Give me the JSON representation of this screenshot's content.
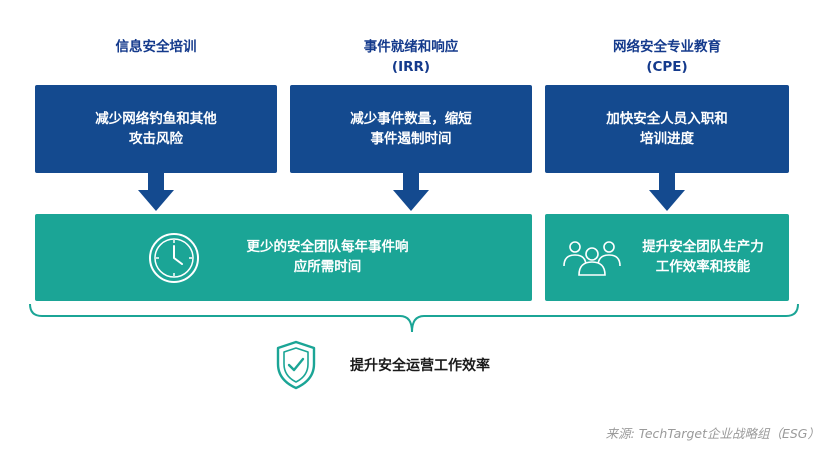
{
  "columns": [
    {
      "title_lines": [
        "信息安全培训"
      ],
      "box_lines": [
        "减少网络钓鱼和其他",
        "攻击风险"
      ]
    },
    {
      "title_lines": [
        "事件就绪和响应",
        "(IRR)"
      ],
      "box_lines": [
        "减少事件数量，缩短",
        "事件遏制时间"
      ]
    },
    {
      "title_lines": [
        "网络安全专业教育",
        "(CPE)"
      ],
      "box_lines": [
        "加快安全人员入职和",
        "培训进度"
      ]
    }
  ],
  "outcomes": {
    "left_lines": [
      "更少的安全团队每年事件响",
      "应所需时间"
    ],
    "right_lines": [
      "提升安全团队生产力",
      "工作效率和技能"
    ]
  },
  "result": "提升安全运营工作效率",
  "source": "来源: TechTarget企业战略组（ESG）",
  "colors": {
    "title_blue": "#143a8c",
    "box_blue": "#144a8f",
    "teal": "#1ba596",
    "bracket_teal": "#1ba596"
  },
  "icons": {
    "left_outcome": "clock-icon",
    "right_outcome": "team-icon",
    "result": "shield-check-icon"
  }
}
